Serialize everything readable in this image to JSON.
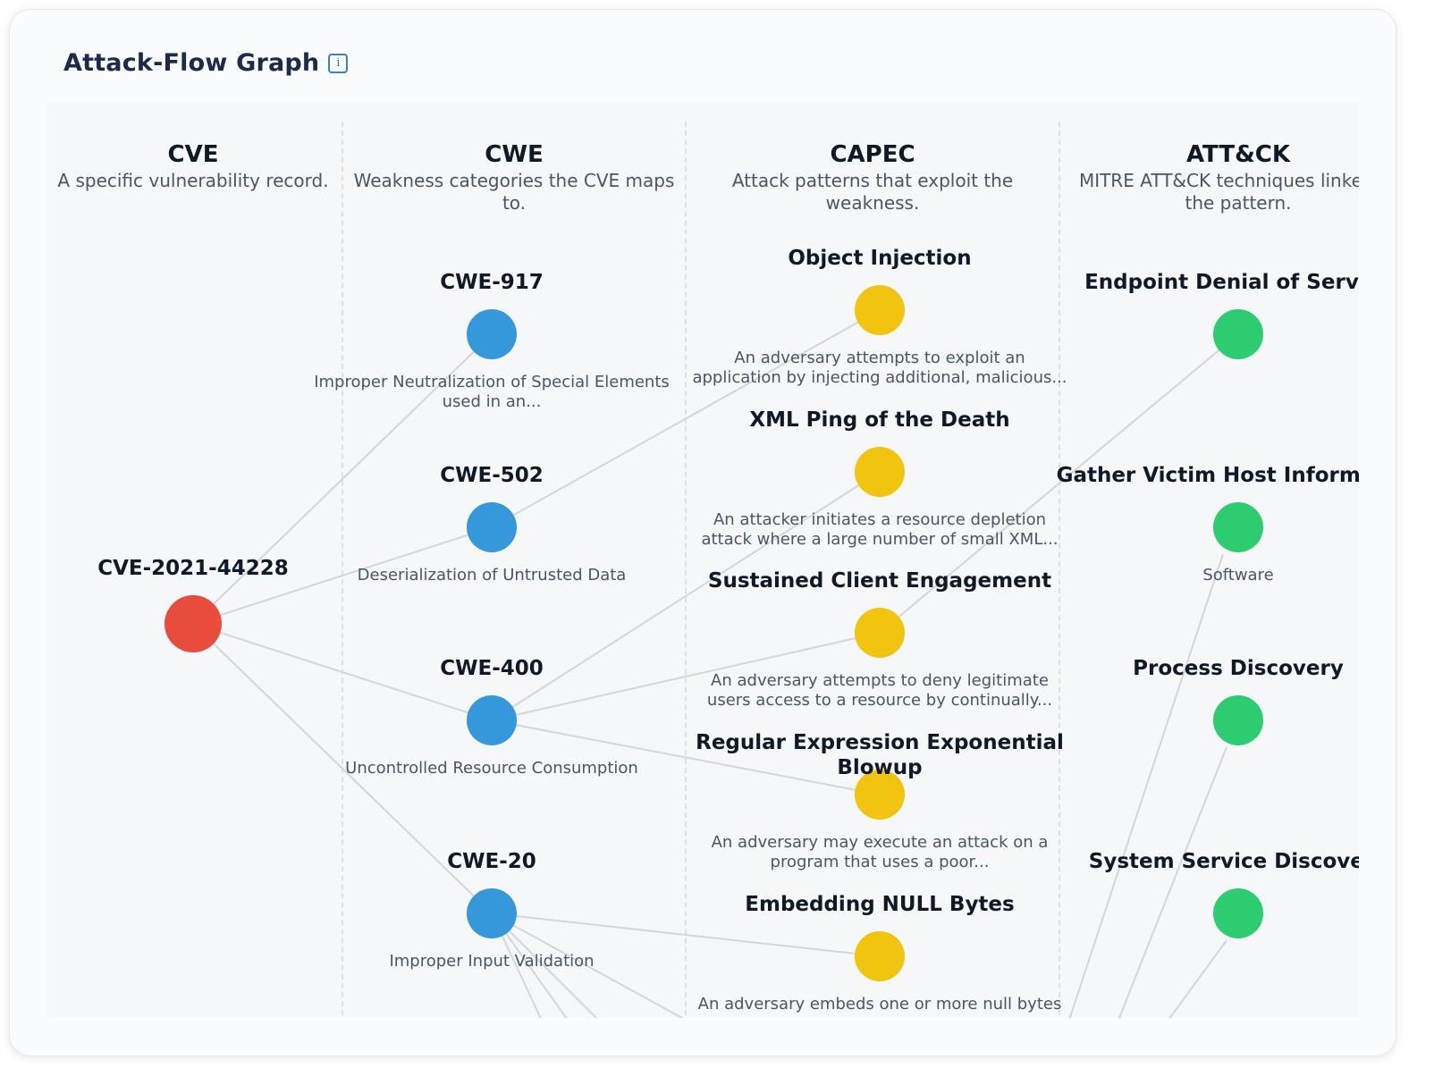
{
  "header": {
    "title": "Attack-Flow Graph",
    "info_icon": "i"
  },
  "columns": [
    {
      "title": "CVE",
      "desc": "A specific vulnerability record."
    },
    {
      "title": "CWE",
      "desc": "Weakness categories the CVE maps to."
    },
    {
      "title": "CAPEC",
      "desc": "Attack patterns that exploit the weakness."
    },
    {
      "title": "ATT&CK",
      "desc": "MITRE ATT&CK techniques linked to the pattern."
    }
  ],
  "colors": {
    "cve": "#e74c3c",
    "cwe": "#3498db",
    "capec": "#f1c40f",
    "attack": "#2ecc71",
    "edge": "#d4d6d9"
  },
  "nodes": {
    "cve": [
      {
        "label": "CVE-2021-44228",
        "desc": ""
      }
    ],
    "cwe": [
      {
        "label": "CWE-917",
        "desc": "Improper Neutralization of Special Elements used in an..."
      },
      {
        "label": "CWE-502",
        "desc": "Deserialization of Untrusted Data"
      },
      {
        "label": "CWE-400",
        "desc": "Uncontrolled Resource Consumption"
      },
      {
        "label": "CWE-20",
        "desc": "Improper Input Validation"
      }
    ],
    "capec": [
      {
        "label": "Object Injection",
        "desc": "An adversary attempts to exploit an application by injecting additional, malicious..."
      },
      {
        "label": "XML Ping of the Death",
        "desc": "An attacker initiates a resource depletion attack where a large number of small XML..."
      },
      {
        "label": "Sustained Client Engagement",
        "desc": "An adversary attempts to deny legitimate users access to a resource by continually..."
      },
      {
        "label": "Regular Expression Exponential Blowup",
        "desc": "An adversary may execute an attack on a program that uses a poor..."
      },
      {
        "label": "Embedding NULL Bytes",
        "desc": "An adversary embeds one or more null bytes"
      }
    ],
    "attack": [
      {
        "label": "Endpoint Denial of Service",
        "desc": ""
      },
      {
        "label": "Gather Victim Host Information",
        "desc": "Software"
      },
      {
        "label": "Process Discovery",
        "desc": ""
      },
      {
        "label": "System Service Discovery",
        "desc": ""
      }
    ]
  }
}
